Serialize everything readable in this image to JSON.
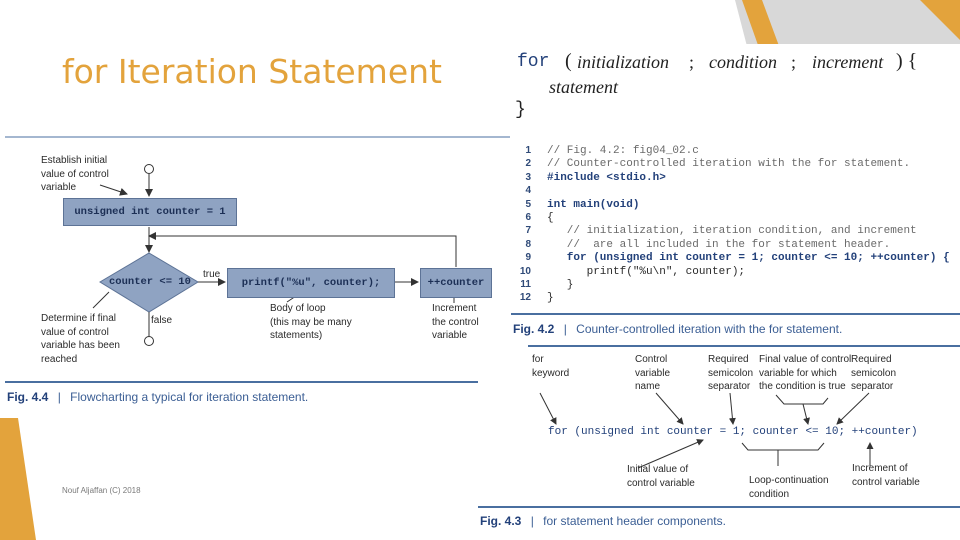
{
  "slide": {
    "title": "for Iteration Statement",
    "footer": "Nouf Aljaffan (C) 2018",
    "accent_color": "#e3a33c"
  },
  "syntax": {
    "for_kw": "for",
    "open_paren": "(",
    "init": "initialization",
    "semi1": ";",
    "cond": "condition",
    "semi2": ";",
    "incr": "increment",
    "close": ") {",
    "statement": "statement",
    "close_brace": "}"
  },
  "code": {
    "lines": [
      {
        "n": "1",
        "text": "// Fig. 4.2: fig04_02.c"
      },
      {
        "n": "2",
        "text": "// Counter-controlled iteration with the for statement."
      },
      {
        "n": "3",
        "text": "#include <stdio.h>"
      },
      {
        "n": "4",
        "text": ""
      },
      {
        "n": "5",
        "text": "int main(void)"
      },
      {
        "n": "6",
        "text": "{"
      },
      {
        "n": "7",
        "text": "   // initialization, iteration condition, and increment"
      },
      {
        "n": "8",
        "text": "   //  are all included in the for statement header."
      },
      {
        "n": "9",
        "text": "   for (unsigned int counter = 1; counter <= 10; ++counter) {"
      },
      {
        "n": "10",
        "text": "      printf(\"%u\\n\", counter);"
      },
      {
        "n": "11",
        "text": "   }"
      },
      {
        "n": "12",
        "text": "}"
      }
    ],
    "caption_label": "Fig. 4.2",
    "caption_sep": "|",
    "caption_text": "Counter-controlled iteration with the for statement."
  },
  "flowchart": {
    "establish": [
      "Establish initial",
      "value of control",
      "variable"
    ],
    "init_box": "unsigned int counter = 1",
    "decision": "counter <= 10",
    "true_label": "true",
    "false_label": "false",
    "printf_box": "printf(\"%u\", counter);",
    "incr_box": "++counter",
    "body_note": [
      "Body of loop",
      "(this may be many",
      "statements)"
    ],
    "incr_note": [
      "Increment",
      "the control",
      "variable"
    ],
    "determine_note": [
      "Determine if final",
      "value of control",
      "variable has been",
      "reached"
    ],
    "caption_label": "Fig. 4.4",
    "caption_sep": "|",
    "caption_text": "Flowcharting a typical for iteration statement."
  },
  "header_components": {
    "for_kw_label": [
      "for",
      "keyword"
    ],
    "control_var_label": [
      "Control",
      "variable",
      "name"
    ],
    "req_sep1_label": [
      "Required",
      "semicolon",
      "separator"
    ],
    "final_value_label": [
      "Final value of control",
      "variable for which",
      "the condition is true"
    ],
    "req_sep2_label": [
      "Required",
      "semicolon",
      "separator"
    ],
    "code": "for (unsigned int counter = 1; counter <= 10; ++counter)",
    "initial_value_label": [
      "Initial value of",
      "control variable"
    ],
    "loop_cont_label": [
      "Loop-continuation",
      "condition"
    ],
    "increment_label": [
      "Increment of",
      "control variable"
    ],
    "caption_label": "Fig. 4.3",
    "caption_sep": "|",
    "caption_text": "for statement header components."
  }
}
